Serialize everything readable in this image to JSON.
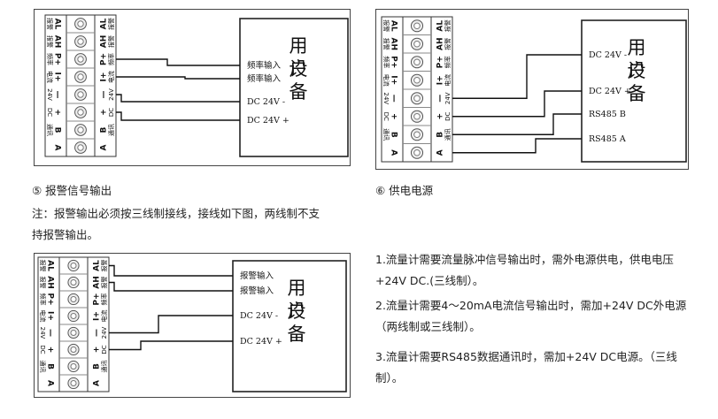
{
  "terminal_labels": {
    "left": [
      {
        "sym": "AL",
        "desc": "报警"
      },
      {
        "sym": "AH",
        "desc": "报警"
      },
      {
        "sym": "P+",
        "desc": "频率"
      },
      {
        "sym": "I+",
        "desc": "电流"
      },
      {
        "sym": "—",
        "desc": "24V"
      },
      {
        "sym": "+",
        "desc": "DC"
      },
      {
        "sym": "B",
        "desc": "通讯"
      },
      {
        "sym": "A",
        "desc": ""
      }
    ]
  },
  "diagram1": {
    "device_title": "用户设备",
    "lines": [
      "频率输入",
      "频率输入",
      "DC 24V -",
      "DC 24V +"
    ]
  },
  "diagram2": {
    "device_title": "用户设备",
    "lines": [
      "DC 24V -",
      "DC 24V +",
      "RS485 B",
      "RS485 A"
    ]
  },
  "diagram3": {
    "device_title": "用户设备",
    "lines": [
      "报警输入",
      "报警输入",
      "DC 24V -",
      "DC 24V +"
    ]
  },
  "captions": {
    "c5": "⑤ 报警信号输出",
    "c6": "⑥ 供电电源",
    "note_line1": "注：报警输出必须按三线制接线，接线如下图，两线制不支",
    "note_line2": "持报警输出。"
  },
  "paragraphs": [
    "1.流量计需要流量脉冲信号输出时，需外电源供电，供电电压+24V DC.(三线制）。",
    "2.流量计需要4～20mA电流信号输出时，需加+24V DC外电源（两线制或三线制）。",
    "3.流量计需要RS485数据通讯时，需加+24V DC电源。（三线制）。"
  ]
}
